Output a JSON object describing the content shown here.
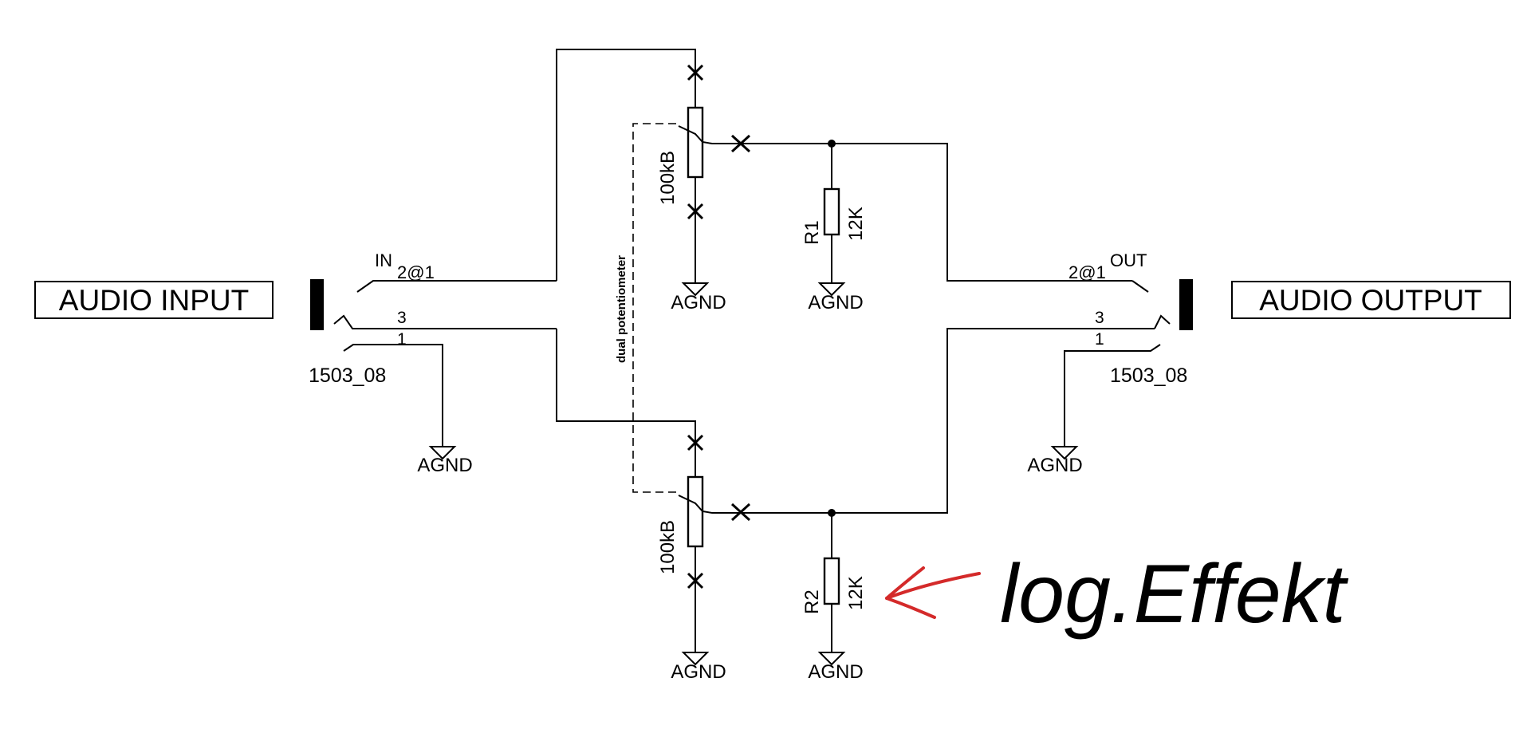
{
  "labels": {
    "audio_input": "AUDIO INPUT",
    "audio_output": "AUDIO OUTPUT",
    "in": "IN",
    "out": "OUT",
    "in_pin21": "2@1",
    "out_pin21": "2@1",
    "in_pin3": "3",
    "in_pin1": "1",
    "out_pin3": "3",
    "out_pin1": "1",
    "in_part": "1503_08",
    "out_part": "1503_08",
    "pot_top_value": "100kB",
    "pot_bottom_value": "100kB",
    "dual_pot": "dual potentiometer",
    "r1_name": "R1",
    "r1_value": "12K",
    "r2_name": "R2",
    "r2_value": "12K",
    "gnd_in": "AGND",
    "gnd_out": "AGND",
    "gnd_pot_top": "AGND",
    "gnd_r1": "AGND",
    "gnd_pot_bottom": "AGND",
    "gnd_r2": "AGND"
  },
  "annotation": {
    "text": "log.Effekt",
    "color": "#d42a2a"
  }
}
